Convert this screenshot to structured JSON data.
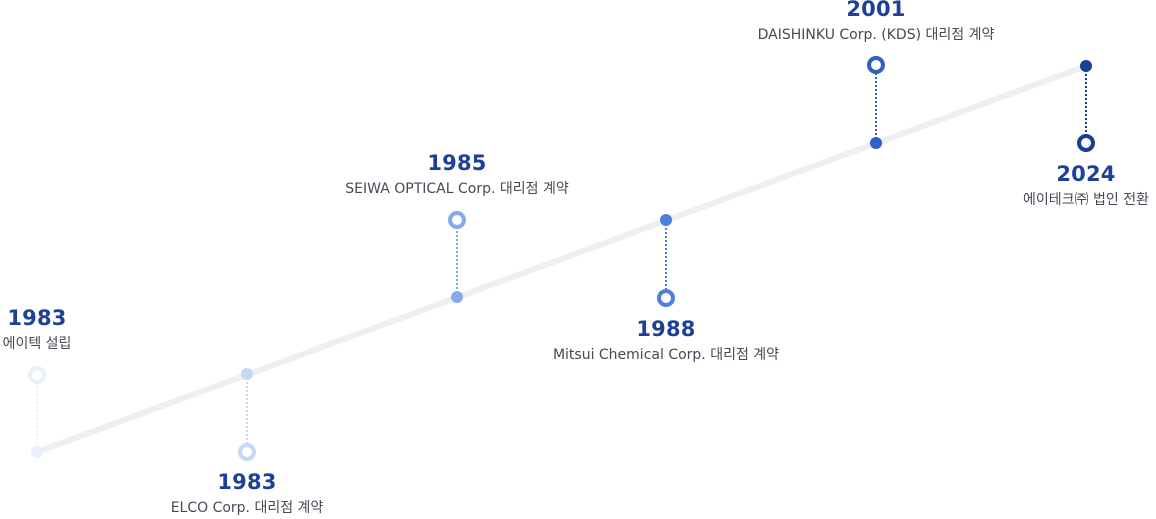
{
  "milestones": [
    {
      "id": "m1",
      "year": "1983",
      "desc": "에이텍 설립",
      "color": "#e9effb",
      "pos": "above"
    },
    {
      "id": "m2",
      "year": "1983",
      "desc": "ELCO Corp. 대리점 계약",
      "color": "#c6d6f6",
      "pos": "below"
    },
    {
      "id": "m3",
      "year": "1985",
      "desc": "SEIWA OPTICAL Corp. 대리점 계약",
      "color": "#86aaee",
      "pos": "above"
    },
    {
      "id": "m4",
      "year": "1988",
      "desc": "Mitsui Chemical Corp. 대리점 계약",
      "color": "#4f7fe0",
      "pos": "below"
    },
    {
      "id": "m5",
      "year": "2001",
      "desc": "DAISHINKU Corp. (KDS) 대리점 계약",
      "color": "#2f5fc8",
      "pos": "above"
    },
    {
      "id": "m6",
      "year": "2024",
      "desc": "에이테크㈜ 법인 전환",
      "color": "#173f96",
      "pos": "below"
    }
  ],
  "colors": {
    "axis": "#efeff1"
  }
}
